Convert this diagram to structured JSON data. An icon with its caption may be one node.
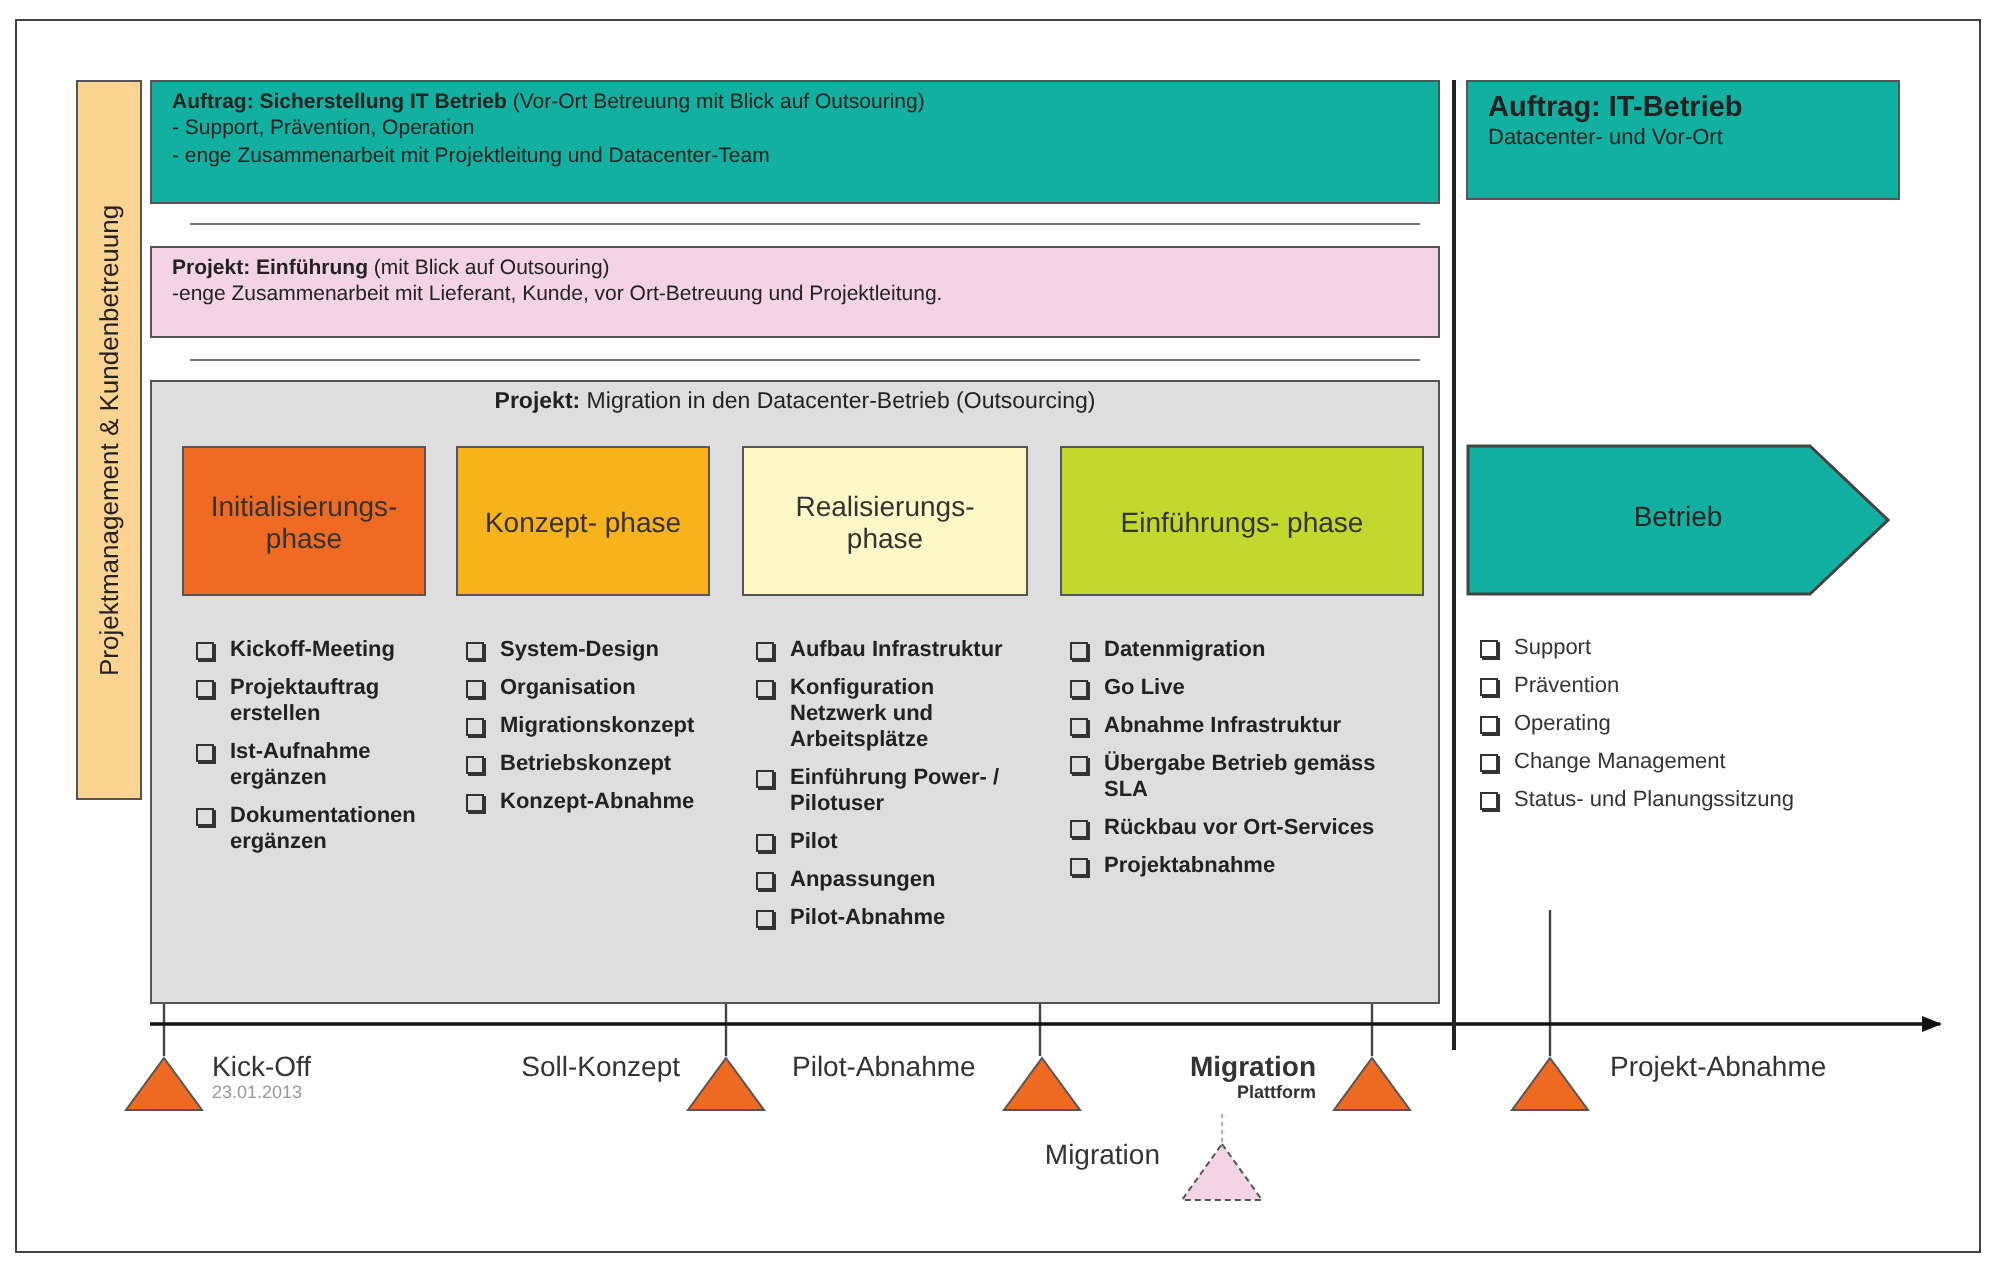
{
  "diagram": {
    "nodes": [
      {
        "text": [
          "Projektmanagement & Kundenbetreuung"
        ]
      },
      {
        "text": [
          "**Auftrag: Sicherstellung IT Betrieb** (Vor-Ort Betreuung mit Blick auf Outsouring)",
          "- Support, Prävention, Operation",
          "- enge Zusammenarbeit mit Projektleitung  und Datacenter-Team"
        ]
      },
      {
        "text": [
          "Auftrag: IT-Betrieb",
          "Datacenter- und Vor-Ort"
        ]
      },
      {
        "text": [
          "**Projekt: Einführung** (mit Blick auf Outsouring)",
          "-enge Zusammenarbeit mit Lieferant, Kunde, vor Ort-Betreuung und Projektleitung."
        ]
      },
      {
        "text": [
          "**Projekt:** Migration in den Datacenter-Betrieb (Outsourcing)"
        ]
      },
      {
        "text": [
          "Initialisierungs- phase"
        ],
        "in": 4,
        "beside": [
          "Kickoff-Meeting",
          "Projektauftrag erstellen",
          "Ist-Aufnahme ergänzen",
          "Dokumentationen ergänzen"
        ]
      },
      {
        "text": [
          "Konzept- phase"
        ],
        "in": 4,
        "beside": [
          "System-Design",
          "Organisation",
          "Migrationskonzept",
          "Betriebskonzept",
          "Konzept-Abnahme"
        ]
      },
      {
        "text": [
          "Realisierungs- phase"
        ],
        "in": 4,
        "beside": [
          "Aufbau Infrastruktur",
          "Konfiguration Netzwerk und Arbeitsplätze",
          "Einführung Power- / Pilotuser",
          "Pilot",
          "Anpassungen",
          "Pilot-Abnahme"
        ]
      },
      {
        "text": [
          "Einführungs- phase"
        ],
        "in": 4,
        "beside": [
          "Datenmigration",
          "Go Live",
          "Abnahme Infrastruktur",
          "Übergabe Betrieb gemäss SLA",
          "Rückbau vor Ort-Services",
          "Projektabnahme"
        ]
      },
      {
        "text": [
          "Betrieb"
        ],
        "beside": [
          "Support",
          "Prävention",
          "Operating",
          "Change Management",
          "Status- und Planungssitzung"
        ]
      },
      {
        "text": [],
        "shape": "triangle",
        "beside": [
          "Kick-Off",
          "23.01.2013"
        ]
      },
      {
        "text": [],
        "shape": "triangle",
        "beside": [
          "Soll-Konzept"
        ]
      },
      {
        "text": [],
        "shape": "triangle",
        "beside": [
          "Pilot-Abnahme"
        ]
      },
      {
        "text": [],
        "shape": "triangle",
        "beside": [
          "Migration",
          "Plattform"
        ]
      },
      {
        "text": [],
        "shape": "triangle",
        "beside": [
          "Projekt-Abnahme"
        ]
      },
      {
        "text": [],
        "shape": "triangle",
        "beside": [
          "Migration"
        ]
      }
    ]
  }
}
